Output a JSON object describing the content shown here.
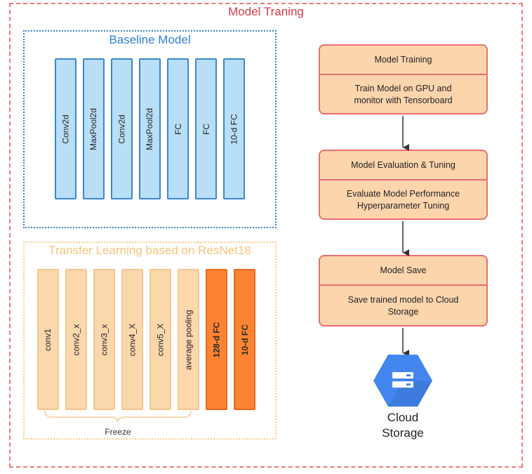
{
  "outer_title": "Model Traning",
  "baseline": {
    "title": "Baseline Model",
    "layers": [
      "Conv2d",
      "MaxPool2d",
      "Conv2d",
      "MaxPool2d",
      "FC",
      "FC",
      "10-d FC"
    ]
  },
  "transfer": {
    "title": "Transfer Learning based on ResNet18",
    "frozen_layers": [
      "conv1",
      "conv2_x",
      "conv3_x",
      "conv4_X",
      "conv5_X",
      "average pooling"
    ],
    "trainable_layers": [
      "128-d FC",
      "10-d FC"
    ],
    "freeze_label": "Freeze"
  },
  "pipeline": [
    {
      "title": "Model Training",
      "lines": [
        "Train Model on GPU and",
        "monitor with Tensorboard"
      ]
    },
    {
      "title": "Model Evaluation & Tuning",
      "lines": [
        "Evaluate Model Performance",
        "Hyperparameter Tuning"
      ]
    },
    {
      "title": "Model Save",
      "lines": [
        "Save trained model to Cloud",
        "Storage"
      ]
    }
  ],
  "cloud": {
    "icon": "cloud-storage-icon",
    "lines": [
      "Cloud",
      "Storage"
    ]
  },
  "colors": {
    "outer_border": "#f27a7a",
    "baseline_accent": "#2f7fd0",
    "baseline_layer_fill": "#b8dff6",
    "transfer_accent": "#f7c37e",
    "frozen_layer_fill": "#fbd7ac",
    "trainable_layer_fill": "#fb8332",
    "card_fill": "#fdd5ad",
    "card_border": "#ec6d72",
    "cloud_blue": "#4486f0"
  }
}
